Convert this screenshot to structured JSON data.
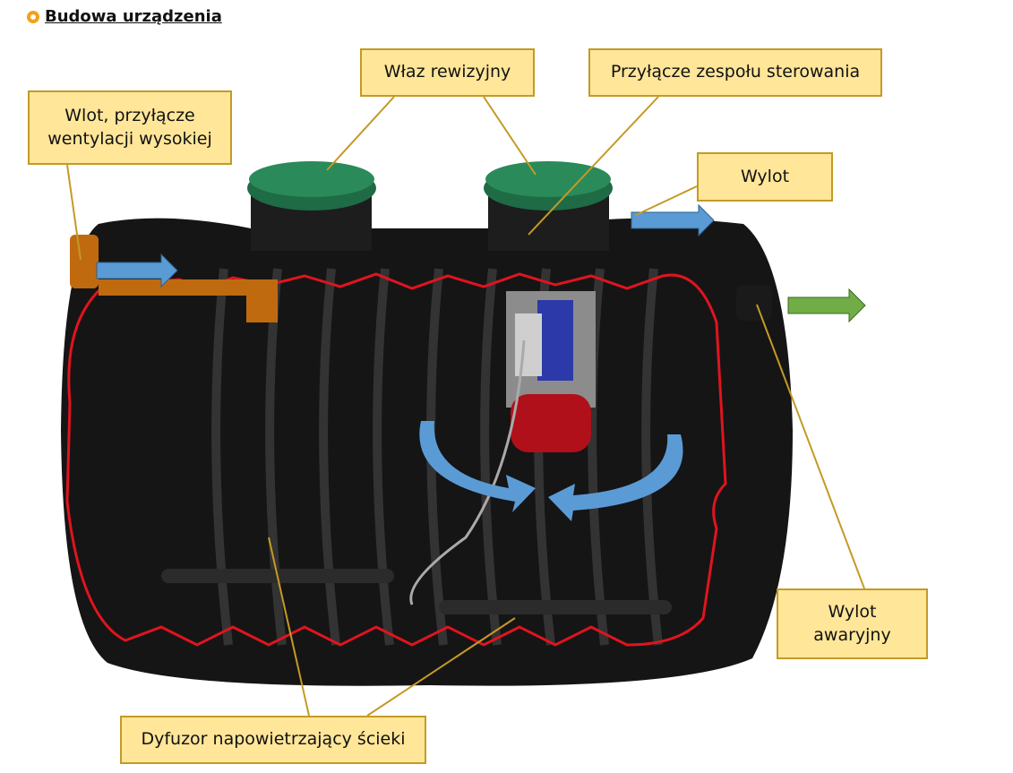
{
  "title": "Budowa urządzenia",
  "labels": {
    "inlet": "Wlot, przyłącze\nwentylacji wysokiej",
    "manhole": "Właz rewizyjny",
    "control": "Przyłącze zespołu sterowania",
    "outlet": "Wylot",
    "emergency_outlet": "Wylot\nawaryjny",
    "diffuser": "Dyfuzor napowietrzający ścieki"
  },
  "colors": {
    "label_fill": "#ffe699",
    "label_border": "#c49a26",
    "accent": "#f5a01a",
    "outline": "#e0141e",
    "flow_blue": "#5b9bd5",
    "flow_green": "#70ad47"
  }
}
